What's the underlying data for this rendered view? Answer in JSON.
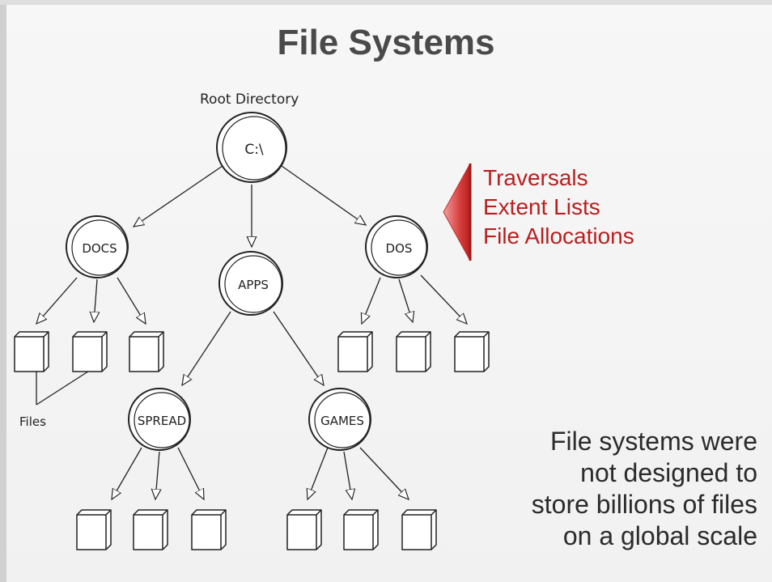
{
  "title": "File Systems",
  "diagram": {
    "root_caption": "Root Directory",
    "nodes": {
      "root": "C:\\",
      "docs": "DOCS",
      "apps": "APPS",
      "dos": "DOS",
      "spread": "SPREAD",
      "games": "GAMES"
    },
    "files_caption": "Files"
  },
  "callout": {
    "items": [
      "Traversals",
      "Extent Lists",
      "File Allocations"
    ],
    "color": "#b81f1f"
  },
  "note": {
    "lines": [
      "File systems were",
      "not designed to",
      "store billions of files",
      "on a global scale"
    ]
  }
}
